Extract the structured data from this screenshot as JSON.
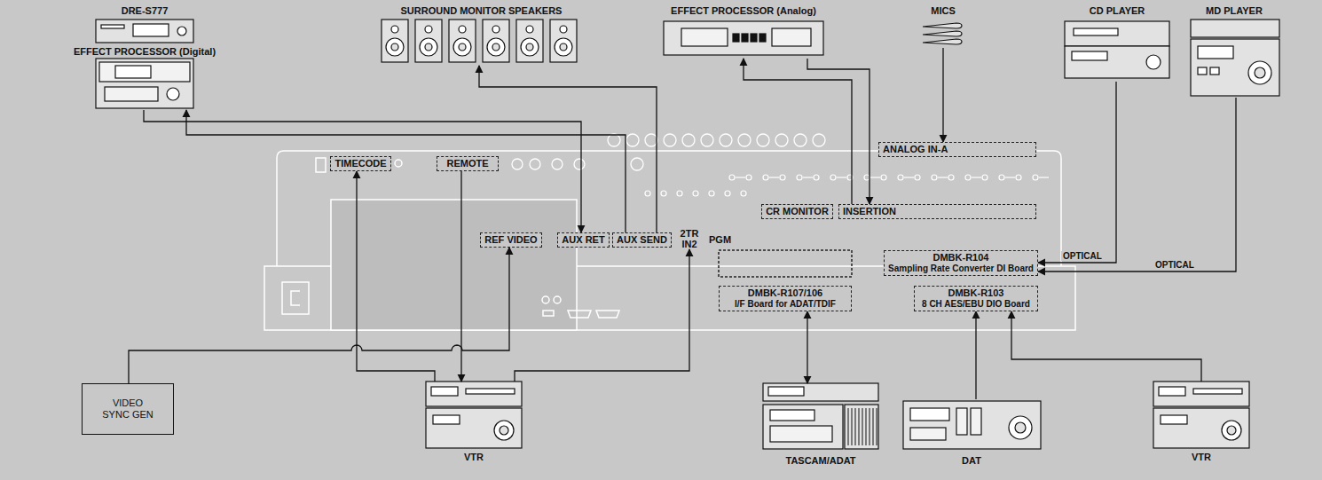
{
  "diagram": {
    "nodes": [
      {
        "text": [
          "DRE-S777"
        ]
      },
      {
        "text": [
          "EFFECT PROCESSOR (Digital)"
        ]
      },
      {
        "text": [
          "SURROUND MONITOR SPEAKERS"
        ]
      },
      {
        "text": [
          "EFFECT PROCESSOR (Analog)"
        ]
      },
      {
        "text": [
          "MICS"
        ]
      },
      {
        "text": [
          "CD PLAYER"
        ]
      },
      {
        "text": [
          "MD PLAYER"
        ]
      },
      {
        "text": [
          "TIMECODE"
        ]
      },
      {
        "text": [
          "REMOTE"
        ]
      },
      {
        "text": [
          "ANALOG IN-A"
        ]
      },
      {
        "text": [
          "CR MONITOR"
        ]
      },
      {
        "text": [
          "INSERTION"
        ]
      },
      {
        "text": [
          "REF VIDEO"
        ]
      },
      {
        "text": [
          "AUX RET"
        ]
      },
      {
        "text": [
          "AUX SEND"
        ]
      },
      {
        "text": [
          "2TR IN2"
        ]
      },
      {
        "text": [
          "DMBK-R104",
          "Sampling Rate Converter DI Board"
        ]
      },
      {
        "text": [
          "DMBK-R107/106",
          "I/F Board for ADAT/TDIF"
        ]
      },
      {
        "text": [
          "DMBK-R103",
          "8 CH AES/EBU DIO Board"
        ]
      },
      {
        "text": [
          "VIDEO SYNC GEN"
        ]
      },
      {
        "text": [
          "VTR"
        ]
      },
      {
        "text": [
          "TASCAM/ADAT"
        ]
      },
      {
        "text": [
          "DAT"
        ]
      },
      {
        "text": [
          "VTR"
        ]
      }
    ],
    "edges": [
      {
        "from": 14,
        "to": 2,
        "arrow": "to"
      },
      {
        "from": 14,
        "to": 1,
        "arrow": "to"
      },
      {
        "from": 1,
        "to": 13,
        "arrow": "to"
      },
      {
        "from": 11,
        "to": 3,
        "arrow": "to"
      },
      {
        "from": 3,
        "to": 11,
        "arrow": "to"
      },
      {
        "from": 4,
        "to": 9,
        "arrow": "to"
      },
      {
        "from": 5,
        "to": 16,
        "label": "OPTICAL",
        "arrow": "to"
      },
      {
        "from": 6,
        "to": 16,
        "label": "OPTICAL",
        "arrow": "to"
      },
      {
        "from": 20,
        "to": 7,
        "arrow": "to"
      },
      {
        "from": 8,
        "to": 20,
        "arrow": "to"
      },
      {
        "from": 20,
        "to": 15,
        "arrow": "to"
      },
      {
        "from": 19,
        "to": 12,
        "arrow": "to"
      },
      {
        "from": 17,
        "to": 21,
        "arrow": "both"
      },
      {
        "from": 22,
        "to": 18,
        "arrow": "to"
      },
      {
        "from": 23,
        "to": 18,
        "arrow": "to"
      }
    ],
    "labels": [
      "PGM"
    ]
  }
}
